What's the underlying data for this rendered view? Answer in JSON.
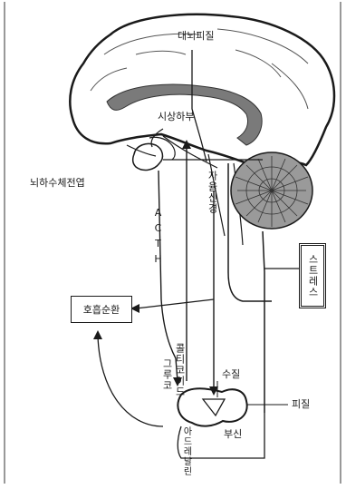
{
  "labels": {
    "cortex": "대뇌피질",
    "hypothalamus": "시상하부",
    "pituitary": "뇌하수체전엽",
    "autonomic": "자율신경",
    "acth": "ACTH",
    "stress": "스트레스",
    "circulation": "호흡순환",
    "glucocorticoid_a": "그루코",
    "glucocorticoid_b": "콜티코이드",
    "medulla": "수질",
    "cortex_adrenal": "피질",
    "adrenal": "부신",
    "adrenaline": "아드레날린"
  }
}
